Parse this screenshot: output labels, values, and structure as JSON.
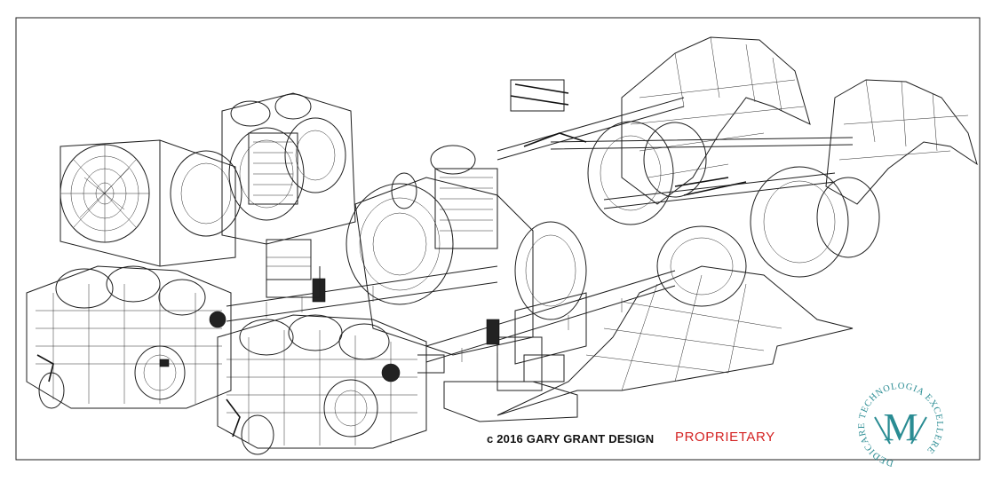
{
  "drawing": {
    "subject": "exploded wireframe of twin engine drivetrain assembly"
  },
  "copyright": "c 2016 GARY GRANT DESIGN",
  "proprietary": "PROPRIETARY",
  "colors": {
    "line": "#1e1e1e",
    "proprietary": "#d42222",
    "logo": "#2a8c93"
  },
  "logo": {
    "monogram": "M",
    "ring_text": "DEDICARE TECHNOLOGIA EXCELLERE"
  }
}
